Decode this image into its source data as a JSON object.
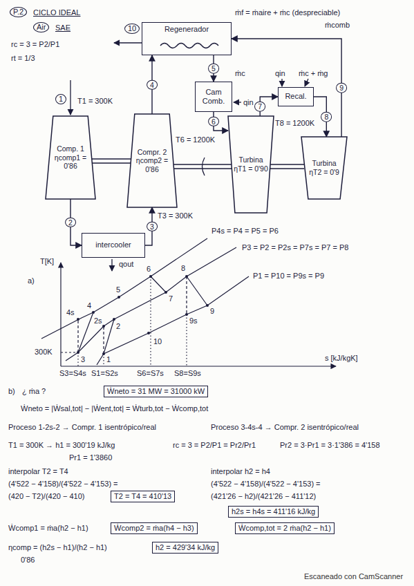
{
  "diagram": {
    "title": "CICLO IDEAL",
    "nodes": [
      {
        "text": [
          "Regenerador"
        ]
      },
      {
        "text": [
          "Cam Comb."
        ]
      },
      {
        "text": [
          "Recal."
        ]
      },
      {
        "text": [
          "Comp. 1",
          "ηcomp1 = 0'86"
        ]
      },
      {
        "text": [
          "Compr. 2",
          "ηcomp2 = 0'86"
        ]
      },
      {
        "text": [
          "Turbina",
          "ηT1 = 0'90"
        ]
      },
      {
        "text": [
          "Turbina",
          "ηT2 = 0'9"
        ]
      },
      {
        "text": [
          "intercooler"
        ]
      }
    ],
    "edges": [
      {
        "from": 3,
        "to": 7,
        "label": "2",
        "arrow": "to"
      },
      {
        "from": 7,
        "to": 4,
        "label": "3",
        "arrow": "to"
      },
      {
        "from": 4,
        "to": 0,
        "label": "4",
        "arrow": "to"
      },
      {
        "from": 0,
        "to": 1,
        "label": "5",
        "arrow": "to"
      },
      {
        "from": 1,
        "to": 5,
        "label": "6",
        "arrow": "to"
      },
      {
        "from": 5,
        "to": 2,
        "label": "7",
        "arrow": "to"
      },
      {
        "from": 2,
        "to": 6,
        "label": "8",
        "arrow": "to"
      },
      {
        "from": 6,
        "to": 0,
        "label": "9",
        "arrow": "to"
      }
    ],
    "labels": [
      "P.2",
      "Air",
      "SAE",
      "rc = 3 = P2/P1",
      "rt = 1/3",
      "ṁf = ṁaire + ṁc (despreciable)",
      "ṁcomb",
      "1",
      "T1 = 300K",
      "10",
      "ṁc",
      "qin",
      "T6 = 1200K",
      "qin",
      "ṁc + ṁg",
      "T8 = 1200K",
      "T3 = 300K",
      "qout",
      "a)",
      "T[K]",
      "P4s = P4 = P5 = P6",
      "P3 = P2 = P2s = P7s = P7 = P8",
      "P1 = P10 = P9s = P9",
      "3",
      "4s",
      "4",
      "5",
      "6",
      "7",
      "8",
      "9",
      "9s",
      "10",
      "1",
      "2s",
      "2",
      "300K",
      "S3=S4s",
      "S1=S2s",
      "S6=S7s",
      "S8=S9s",
      "s [kJ/kgK]",
      "b)",
      "¿ ṁa ?",
      "Ẇneto = 31 MW = 31000 kW",
      "Ẇneto = |Ẇsal,tot| − |Ẇent,tot| = Ẇturb,tot − Ẇcomp,tot",
      "Proceso 1-2s-2 → Compr. 1 isentrópico/real",
      "Proceso 3-4s-4 → Compr. 2 isentrópico/real",
      "T1 = 300K → h1 = 300'19 kJ/kg",
      "rc = 3 = P2/P1 = Pr2/Pr1",
      "Pr2 = 3·Pr1 = 3·1'386 = 4'158",
      "Pr1 = 1'3860",
      "interpolar T2 = T4",
      "(4'522 − 4'158)/(4'522 − 4'153) =",
      "(420 − T2)/(420 − 410)",
      "T2 = T4 = 410'13",
      "interpolar h2 = h4",
      "(4'522 − 4'158)/(4'522 − 4'153) =",
      "(421'26 − h2)/(421'26 − 411'12)",
      "h2s = h4s = 411'16 kJ/kg",
      "Ẇcomp1 = ṁa(h2 − h1)",
      "Ẇcomp2 = ṁa(h4 − h3)",
      "Ẇcomp,tot = 2 ṁa(h2 − h1)",
      "ηcomp = (h2s − h1)/(h2 − h1)",
      "h2 = 429'34 kJ/kg",
      "0'86",
      "Escaneado con CamScanner"
    ]
  }
}
